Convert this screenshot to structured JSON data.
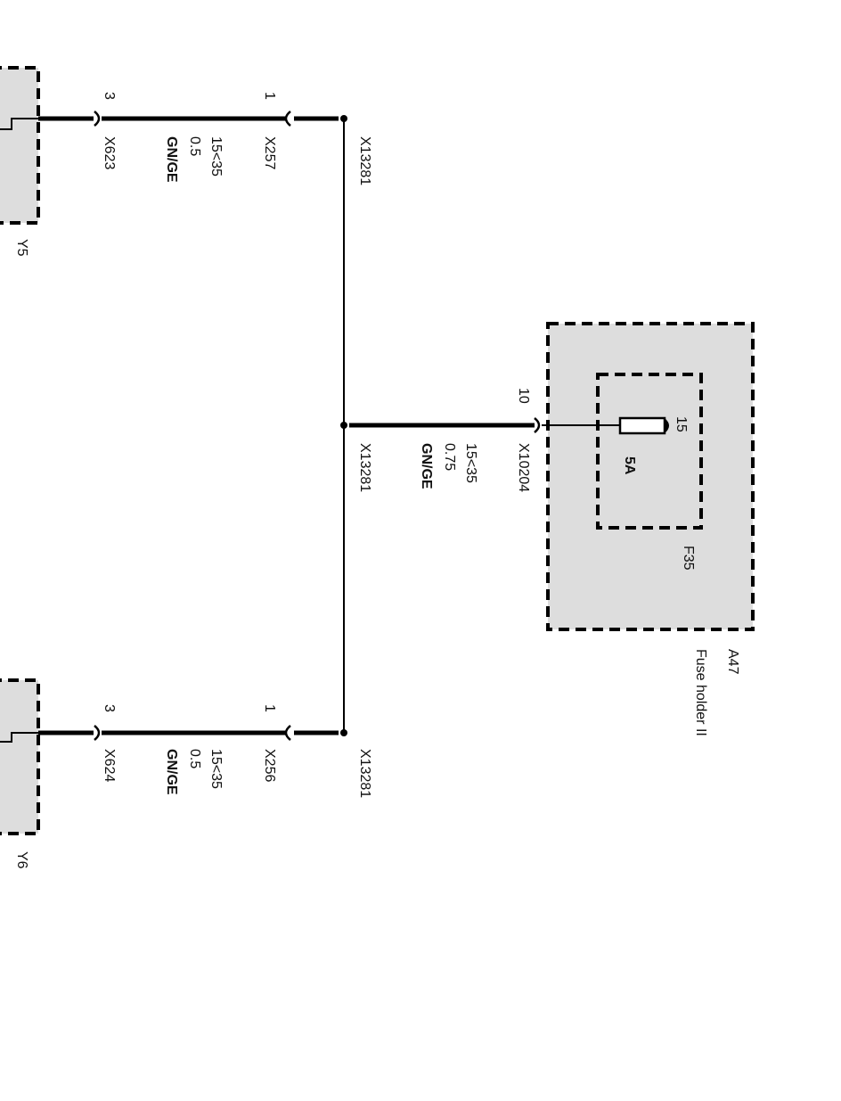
{
  "top_branch": {
    "component": "Y5",
    "pin_component": "3",
    "pin_connector": "1",
    "connector_component": "X623",
    "connector_mid": "X257",
    "splice": "X13281",
    "wire_circuit": "15<35",
    "wire_gauge": "0.5",
    "wire_color": "GN/GE"
  },
  "middle_branch": {
    "splice": "X13281",
    "pin": "10",
    "connector": "X10204",
    "wire_circuit": "15<35",
    "wire_gauge": "0.75",
    "wire_color": "GN/GE"
  },
  "bottom_branch": {
    "component": "Y6",
    "pin_component": "3",
    "pin_connector": "1",
    "connector_component": "X624",
    "connector_mid": "X256",
    "splice": "X13281",
    "wire_circuit": "15<35",
    "wire_gauge": "0.5",
    "wire_color": "GN/GE"
  },
  "fuse_holder": {
    "id": "A47",
    "name": "Fuse holder II",
    "fuse_id": "F35",
    "fuse_rating": "5A",
    "fuse_pin": "15"
  },
  "colors": {
    "box_fill": "#dddddd",
    "line": "#000000"
  }
}
